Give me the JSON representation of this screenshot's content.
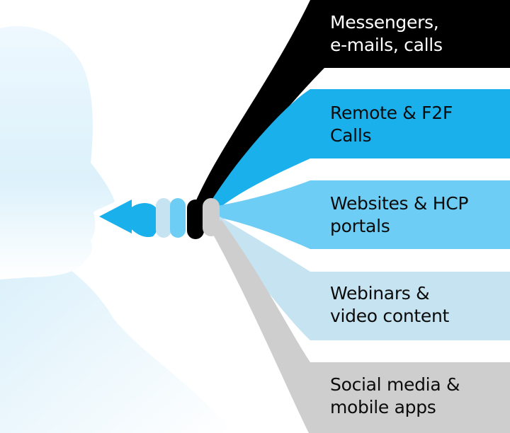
{
  "channels": [
    {
      "id": "messengers",
      "lines": [
        "Messengers,",
        "e-mails, calls"
      ],
      "color": "#000000",
      "text_color": "#ffffff"
    },
    {
      "id": "remote-calls",
      "lines": [
        "Remote & F2F",
        "Calls"
      ],
      "color": "#1ab0ec",
      "text_color": "#0b0b0b"
    },
    {
      "id": "websites",
      "lines": [
        "Websites & HCP",
        "portals"
      ],
      "color": "#6dcdf4",
      "text_color": "#0b0b0b"
    },
    {
      "id": "webinars",
      "lines": [
        "Webinars &",
        "video content"
      ],
      "color": "#c5e3f0",
      "text_color": "#0b0b0b"
    },
    {
      "id": "social",
      "lines": [
        "Social media &",
        "mobile apps"
      ],
      "color": "#cecece",
      "text_color": "#0b0b0b"
    }
  ],
  "colors": {
    "head_light": "#e6f5fd",
    "head_mid": "#d2edfa",
    "arrow": "#1ab0ec"
  }
}
